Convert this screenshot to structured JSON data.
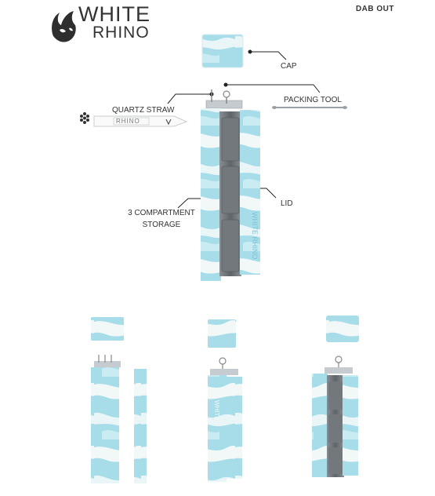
{
  "brand": {
    "line1": "WHITE",
    "line2": "RHINO"
  },
  "corner_text": "DAB OUT",
  "labels": {
    "cap": "CAP",
    "packing_tool": "PACKING TOOL",
    "quartz_straw": "QUARTZ STRAW",
    "lid": "LID",
    "storage_line1": "3 COMPARTMENT",
    "storage_line2": "STORAGE"
  },
  "straw_text": "RHINO",
  "colors": {
    "swirl": "#9fdbe8",
    "swirl_light": "#c7ecf3",
    "white": "#f4f7f8",
    "text": "#333333"
  }
}
